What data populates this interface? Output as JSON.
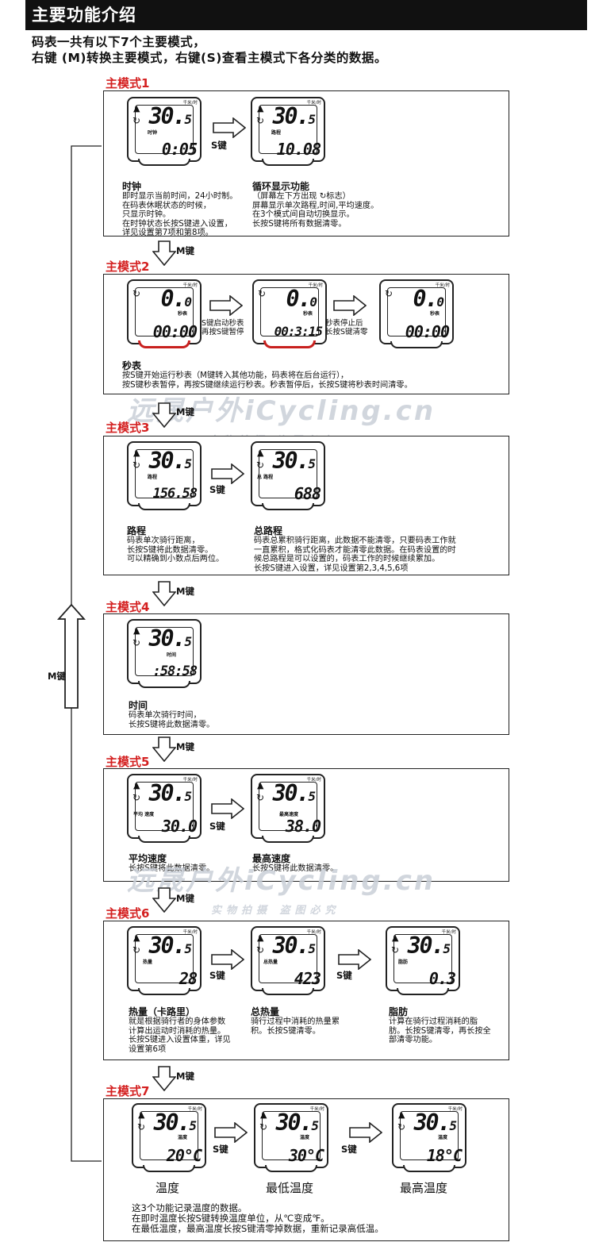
{
  "header": {
    "title": "主要功能介绍"
  },
  "intro": {
    "line1": "码表一共有以下7个主要模式，",
    "line2": "右键 (M)转换主要模式，右键(S)查看主模式下各分类的数据。"
  },
  "keys": {
    "s": "S键",
    "m": "M键"
  },
  "watermark": {
    "brand": "远晟户外iCycling.cn",
    "notice": "实物拍摄 盗图必究"
  },
  "modes": [
    {
      "label": "主模式1",
      "displays": [
        {
          "top_unit": "千米/时",
          "big": "30.",
          "big_dec": "5",
          "sublabel": "时钟",
          "small": "0:05"
        },
        {
          "top_unit": "千米/时",
          "big": "30.",
          "big_dec": "5",
          "sublabel": "路程",
          "small": "10.08"
        }
      ],
      "descs": [
        {
          "title": "时钟",
          "lines": [
            "即时显示当前时间，24小时制。",
            "在码表休眠状态的时候，",
            "只显示时钟。",
            "在时钟状态长按S键进入设置，",
            "详见设置第7项和第8项。"
          ]
        },
        {
          "title": "循环显示功能",
          "lines": [
            "（屏幕左下方出现 ↻标志）",
            "屏幕显示单次路程,时间,平均速度。",
            "在3个模式间自动切换显示。",
            "长按S键将所有数据清零。"
          ]
        }
      ]
    },
    {
      "label": "主模式2",
      "displays": [
        {
          "top_unit": "千米/时",
          "big": "0.",
          "big_dec": "0",
          "sublabel": "秒表",
          "small": "00:00"
        },
        {
          "top_unit": "千米/时",
          "big": "0.",
          "big_dec": "0",
          "sublabel": "秒表",
          "small": "00:3:15"
        },
        {
          "top_unit": "千米/时",
          "big": "0.",
          "big_dec": "0",
          "sublabel": "秒表",
          "small": "00:00"
        }
      ],
      "arrow_texts": [
        [
          "S键启动秒表",
          "再按S键暂停"
        ],
        [
          "秒表停止后",
          "长按S键清零"
        ]
      ],
      "descs": [
        {
          "title": "秒表",
          "lines": [
            "按S键开始运行秒表（M键转入其他功能，码表将在后台运行），",
            "按S键秒表暂停，再按S键继续运行秒表。秒表暂停后，长按S键将秒表时间清零。"
          ]
        }
      ]
    },
    {
      "label": "主模式3",
      "displays": [
        {
          "top_unit": "",
          "big": "30.",
          "big_dec": "5",
          "sublabel": "路程",
          "small": "156.58"
        },
        {
          "top_unit": "",
          "big": "30.",
          "big_dec": "5",
          "sublabel": "总 路程",
          "small": "688"
        }
      ],
      "descs": [
        {
          "title": "路程",
          "lines": [
            "码表单次骑行距离，",
            "长按S键将此数据清零。",
            "可以精确到小数点后两位。"
          ]
        },
        {
          "title": "总路程",
          "lines": [
            "码表总累积骑行距离，此数据不能清零，只要码表工作就",
            "一直累积，格式化码表才能清零此数据。在码表设置的时",
            "候总路程是可以设置的，码表工作的时候继续累加。",
            "长按S键进入设置，详见设置第2,3,4,5,6项"
          ]
        }
      ]
    },
    {
      "label": "主模式4",
      "displays": [
        {
          "top_unit": "",
          "big": "30.",
          "big_dec": "5",
          "sublabel": "时间",
          "small": ":58:58"
        }
      ],
      "descs": [
        {
          "title": "时间",
          "lines": [
            "码表单次骑行时间，",
            "长按S键将此数据清零。"
          ]
        }
      ]
    },
    {
      "label": "主模式5",
      "displays": [
        {
          "top_unit": "千米/时",
          "big": "30.",
          "big_dec": "5",
          "sublabel": "平均 速度",
          "small": "30.0"
        },
        {
          "top_unit": "千米/时",
          "big": "30.",
          "big_dec": "5",
          "sublabel": "最高速度",
          "small": "38.0"
        }
      ],
      "descs": [
        {
          "title": "平均速度",
          "lines": [
            "长按S键将此数据清零。"
          ]
        },
        {
          "title": "最高速度",
          "lines": [
            "长按S键将此数据清零。"
          ]
        }
      ]
    },
    {
      "label": "主模式6",
      "displays": [
        {
          "top_unit": "千米/时",
          "big": "30.",
          "big_dec": "5",
          "sublabel": "热量",
          "small": "28"
        },
        {
          "top_unit": "千米/时",
          "big": "30.",
          "big_dec": "5",
          "sublabel": "总热量",
          "small": "423"
        },
        {
          "top_unit": "千米/时",
          "big": "30.",
          "big_dec": "5",
          "sublabel": "脂肪",
          "small": "0.3"
        }
      ],
      "descs": [
        {
          "title": "热量（卡路里）",
          "lines": [
            "就是根据骑行者的身体参数",
            "计算出运动时消耗的热量。",
            "长按S键进入设置体重，详见",
            "设置第6项"
          ]
        },
        {
          "title": "总热量",
          "lines": [
            "骑行过程中消耗的热量累",
            "积。长按S键清零。"
          ]
        },
        {
          "title": "脂肪",
          "lines": [
            "计算在骑行过程消耗的脂",
            "肪。长按S键清零，再长按全",
            "部清零功能。"
          ]
        }
      ]
    },
    {
      "label": "主模式7",
      "displays": [
        {
          "top_unit": "千米/时",
          "big": "30.",
          "big_dec": "5",
          "sublabel": "温度",
          "small": "20°C"
        },
        {
          "top_unit": "千米/时",
          "big": "30.",
          "big_dec": "5",
          "sublabel": "温度",
          "small": "30°C"
        },
        {
          "top_unit": "千米/时",
          "big": "30.",
          "big_dec": "5",
          "sublabel": "温度",
          "small": "18°C"
        }
      ],
      "captions": [
        "温度",
        "最低温度",
        "最高温度"
      ],
      "descs": [
        {
          "title": "",
          "lines": [
            "这3个功能记录温度的数据。",
            "在即时温度长按S键转换温度单位，从℃变成℉。",
            "在最低温度，最高温度长按S键清零掉数据，重新记录高低温。"
          ]
        }
      ]
    }
  ],
  "colors": {
    "mode_label": "#d42020",
    "header_bg": "#111111",
    "watermark": "#c9cfd8"
  }
}
